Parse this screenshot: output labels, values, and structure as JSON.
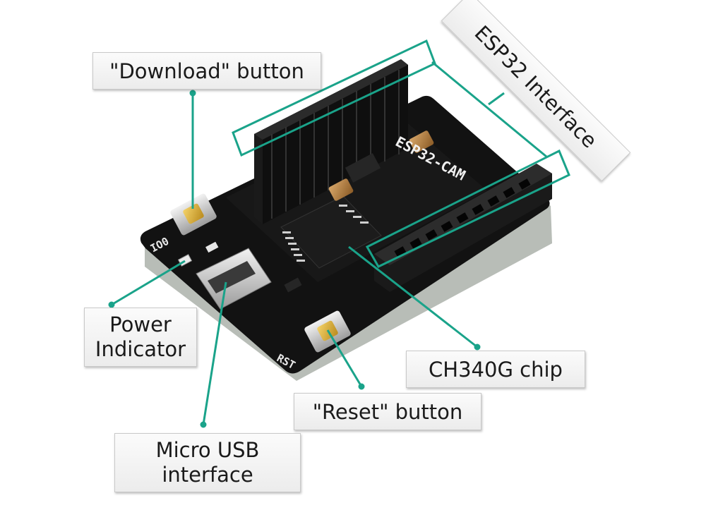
{
  "labels": {
    "download_button": "\"Download\" button",
    "esp32_interface": "ESP32 Interface",
    "power_indicator_line1": "Power",
    "power_indicator_line2": "Indicator",
    "ch340g_chip": "CH340G chip",
    "reset_button": "\"Reset\" button",
    "micro_usb_line1": "Micro USB",
    "micro_usb_line2": "interface"
  },
  "board": {
    "silkscreen_io0": "IO0",
    "silkscreen_rst": "RST",
    "silkscreen_name": "ESP32-CAM"
  },
  "colors": {
    "leader_line": "#1aa38a",
    "board": "#151515",
    "board_edge": "#c9ccc8",
    "label_bg": "#f2f2f2"
  }
}
